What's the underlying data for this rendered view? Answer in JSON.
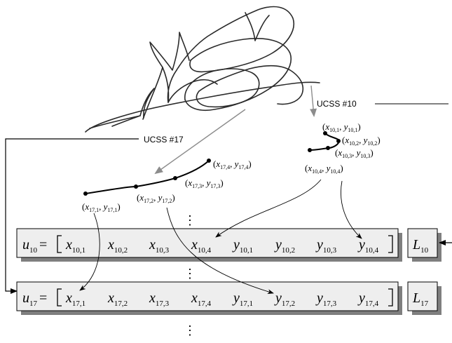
{
  "labels": {
    "segment_10": "UCSS #10",
    "segment_17": "UCSS #17"
  },
  "points_17": [
    {
      "x": "x",
      "xs": "17,1",
      "y": "y",
      "ys": "17,1"
    },
    {
      "x": "x",
      "xs": "17,2",
      "y": "y",
      "ys": "17,2"
    },
    {
      "x": "x",
      "xs": "17,3",
      "y": "y",
      "ys": "17,3"
    },
    {
      "x": "x",
      "xs": "17,4",
      "y": "y",
      "ys": "17,4"
    }
  ],
  "points_10": [
    {
      "x": "x",
      "xs": "10,1",
      "y": "y",
      "ys": "10,1"
    },
    {
      "x": "x",
      "xs": "10,2",
      "y": "y",
      "ys": "10,2"
    },
    {
      "x": "x",
      "xs": "10,3",
      "y": "y",
      "ys": "10,3"
    },
    {
      "x": "x",
      "xs": "10,4",
      "y": "y",
      "ys": "10,4"
    }
  ],
  "vector_10": {
    "name": "u",
    "name_sub": "10",
    "entries": [
      {
        "v": "x",
        "s": "10,1"
      },
      {
        "v": "x",
        "s": "10,2"
      },
      {
        "v": "x",
        "s": "10,3"
      },
      {
        "v": "x",
        "s": "10,4"
      },
      {
        "v": "y",
        "s": "10,1"
      },
      {
        "v": "y",
        "s": "10,2"
      },
      {
        "v": "y",
        "s": "10,3"
      },
      {
        "v": "y",
        "s": "10,4"
      }
    ],
    "label": "L",
    "label_sub": "10"
  },
  "vector_17": {
    "name": "u",
    "name_sub": "17",
    "entries": [
      {
        "v": "x",
        "s": "17,1"
      },
      {
        "v": "x",
        "s": "17,2"
      },
      {
        "v": "x",
        "s": "17,3"
      },
      {
        "v": "x",
        "s": "17,4"
      },
      {
        "v": "y",
        "s": "17,1"
      },
      {
        "v": "y",
        "s": "17,2"
      },
      {
        "v": "y",
        "s": "17,3"
      },
      {
        "v": "y",
        "s": "17,4"
      }
    ],
    "label": "L",
    "label_sub": "17"
  },
  "ellipsis": "⋮",
  "equals": "="
}
